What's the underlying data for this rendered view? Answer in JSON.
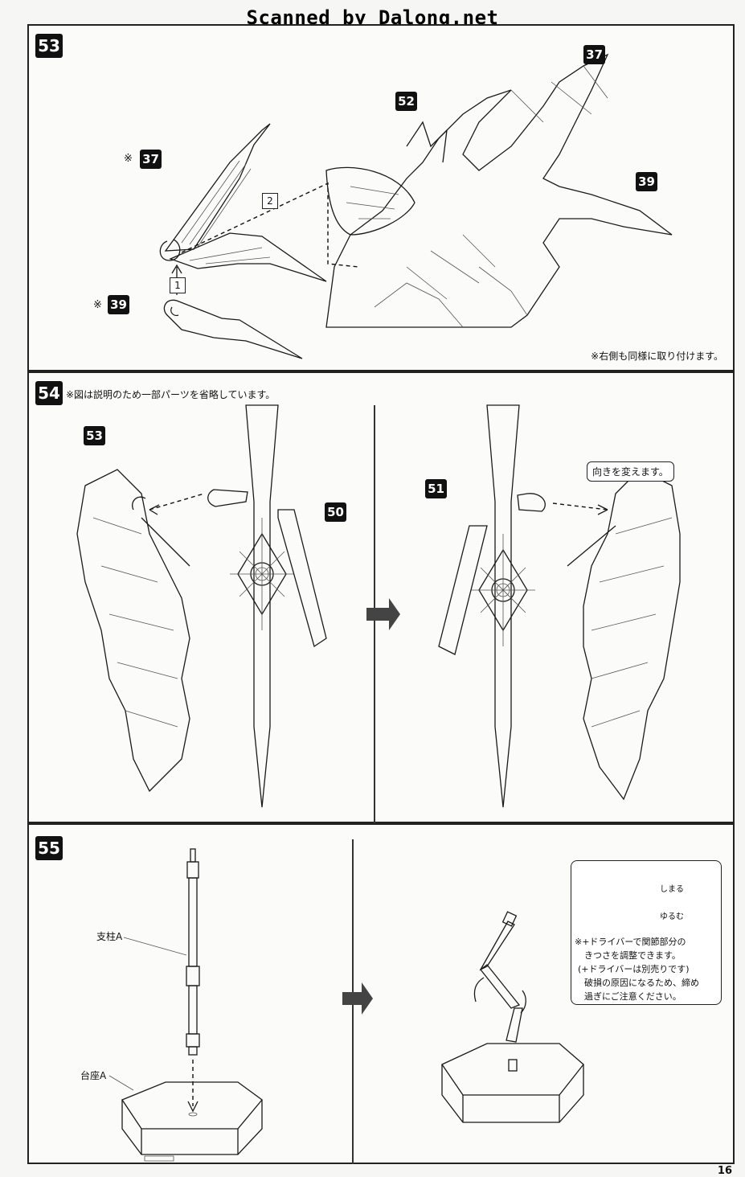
{
  "watermark": "Scanned by Dalong.net",
  "page_number": "16",
  "step53": {
    "number": "53",
    "parts": {
      "p52": "52",
      "p37_top": "37",
      "p39_right": "39",
      "p37_left": "37",
      "p39_left": "39"
    },
    "asterisk": "※",
    "substeps": {
      "s1": "1",
      "s2": "2"
    },
    "note": "※右側も同様に取り付けます。"
  },
  "step54": {
    "number": "54",
    "note": "※図は説明のため一部パーツを省略しています。",
    "parts": {
      "p53": "53",
      "p50": "50",
      "p51": "51"
    },
    "callout": "向きを変えます。"
  },
  "step55": {
    "number": "55",
    "labels": {
      "pillar": "支柱A",
      "base": "台座A"
    },
    "tighten": "しまる",
    "loosen": "ゆるむ",
    "note_lines": [
      "※+ドライバーで関節部分の",
      "きつさを調整できます。",
      "(+ドライバーは別売りです)",
      "破損の原因になるため、締め",
      "過ぎにご注意ください。"
    ]
  }
}
